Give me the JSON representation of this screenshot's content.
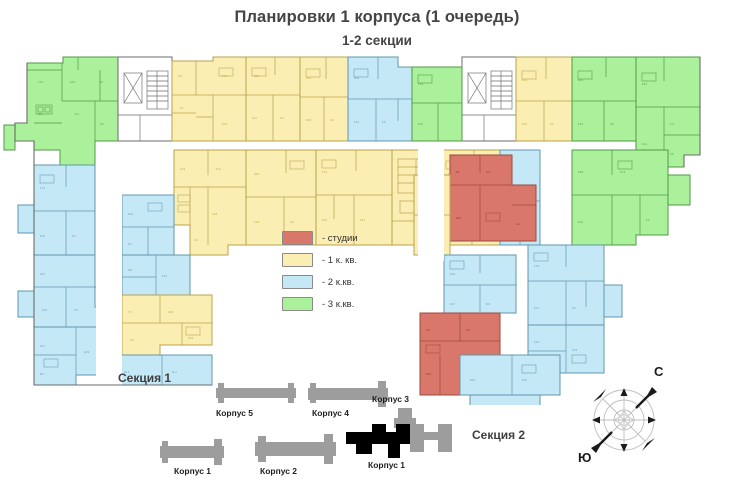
{
  "header": {
    "title": "Планировки 1 корпуса (1 очередь)",
    "subtitle": "1-2 секции"
  },
  "legend": {
    "items": [
      {
        "label": "- студии",
        "color": "#d9776a",
        "key": "studio"
      },
      {
        "label": "- 1 к. кв.",
        "color": "#fbeeb2",
        "key": "one-room"
      },
      {
        "label": "- 2 к.кв.",
        "color": "#c5e8f7",
        "key": "two-room"
      },
      {
        "label": "- 3 к.кв.",
        "color": "#abf09b",
        "key": "three-room"
      }
    ]
  },
  "plan": {
    "section_1_caption": "Секция 1",
    "section_2_caption": "Секция 2",
    "colors": {
      "studio": "#d9776a",
      "studio_stroke": "#9c4a3e",
      "one_room": "#fbeeb2",
      "one_room_stroke": "#b9a24c",
      "two_room": "#c5e8f7",
      "two_room_stroke": "#5f97ae",
      "three_room": "#abf09b",
      "three_room_stroke": "#4f9a46",
      "wall": "#6b6b6b",
      "core": "#ffffff"
    }
  },
  "site_map": {
    "buildings": [
      {
        "label": "Корпус 5",
        "highlight": false
      },
      {
        "label": "Корпус 4",
        "highlight": false
      },
      {
        "label": "Корпус 3",
        "highlight": false
      },
      {
        "label": "Корпус 1",
        "highlight": false
      },
      {
        "label": "Корпус 2",
        "highlight": false
      },
      {
        "label": "Корпус 1",
        "highlight": true
      }
    ],
    "colors": {
      "normal": "#9d9d9d",
      "highlight": "#000000"
    }
  },
  "compass": {
    "north": "С",
    "south": "Ю"
  }
}
